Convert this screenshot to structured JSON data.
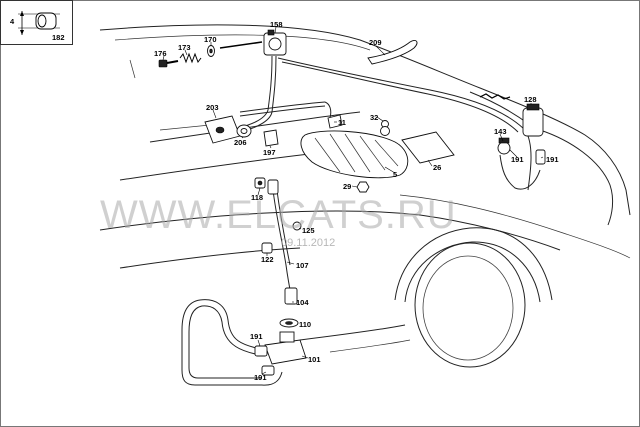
{
  "watermark": {
    "site": "WWW.ELCATS.RU",
    "date": "09.11.2012"
  },
  "legend": {
    "dim_small": "4",
    "dim_large": "182"
  },
  "parts": [
    "158",
    "176",
    "173",
    "170",
    "209",
    "128",
    "203",
    "206",
    "197",
    "11",
    "32",
    "143",
    "191",
    "191",
    "5",
    "26",
    "29",
    "118",
    "125",
    "122",
    "107",
    "104",
    "110",
    "191",
    "101",
    "191"
  ]
}
